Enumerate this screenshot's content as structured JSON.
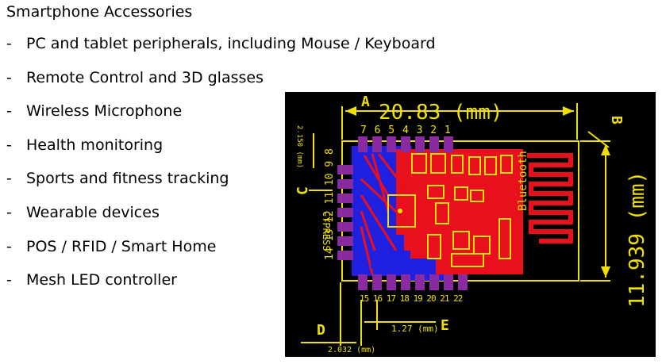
{
  "slide": {
    "heading": "Smartphone Accessories",
    "bullet_marker": "-",
    "bullets": [
      "PC and tablet peripherals, including Mouse / Keyboard",
      "Remote Control and 3D glasses",
      "Wireless Microphone",
      "Health monitoring",
      "Sports and fitness tracking",
      "Wearable devices",
      "POS / RFID / Smart Home",
      "Mesh LED controller"
    ]
  },
  "pcb_figure": {
    "colors": {
      "background": "#000000",
      "outline": "#f0e000",
      "copper_top": "#e8101c",
      "copper_bottom": "#2020e0",
      "pad": "#8a2aa0",
      "label": "#f0e000"
    },
    "labels": {
      "a": "A",
      "b": "B",
      "c": "C",
      "d": "D",
      "e": "E",
      "width_dim": "20.83 (mm)",
      "height_dim": "11.939 (mm)",
      "left_dim": "2.150 (mm)",
      "pitch_dim": "1.27 (mm)",
      "bottom_dim": "2.032 (mm)",
      "top_pins": "7 6 5 4 3 2 1",
      "left_pins": "14 13 12 11 10 9 8",
      "bottom_pins": "15 16 17 18 19 20 21 22",
      "module_text": "Bluetooth",
      "chip_text": "CYPRESS"
    }
  }
}
